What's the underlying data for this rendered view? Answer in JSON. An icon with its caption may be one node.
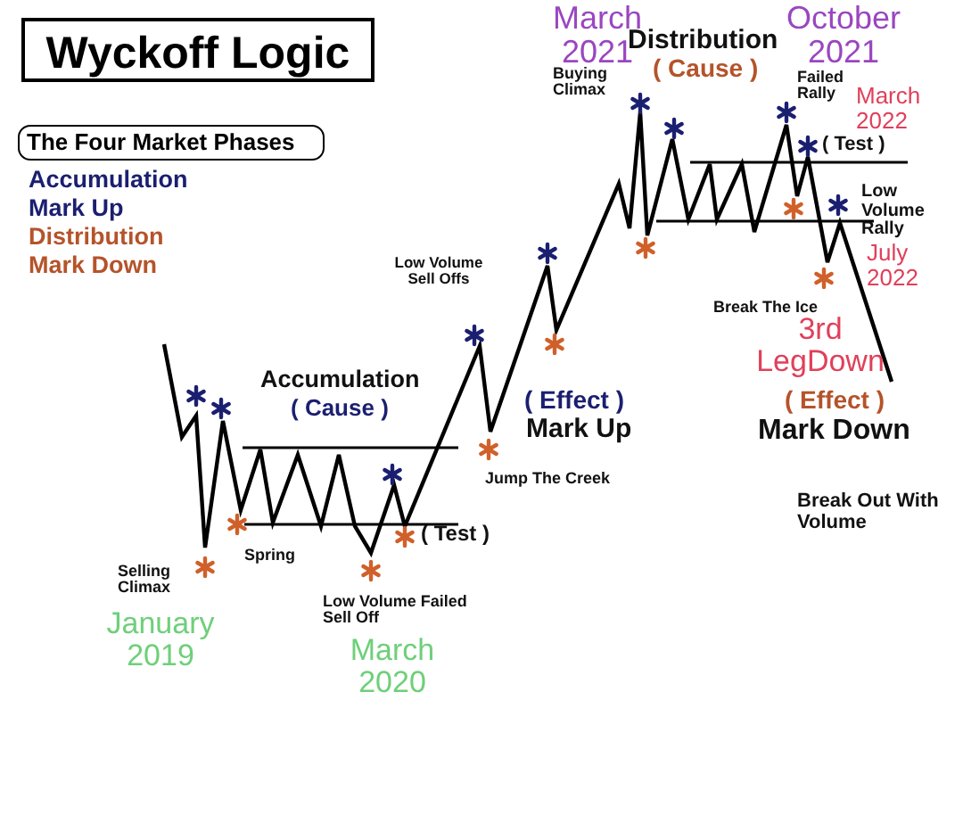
{
  "diagram": {
    "title": "Wyckoff Logic",
    "nodes": [
      {
        "text": [
          "The Four Market Phases"
        ]
      }
    ],
    "labels": [
      "Accumulation",
      "Mark Up",
      "Distribution",
      "Mark Down",
      "March 2021",
      "Distribution",
      "( Cause )",
      "October 2021",
      "Buying Climax",
      "Failed Rally",
      "March 2022",
      "( Test )",
      "Low Volume Rally",
      "July 2022",
      "Low Volume Sell Offs",
      "Break The Ice",
      "3rd LegDown",
      "( Effect )",
      "Mark Down",
      "( Effect )",
      "Mark Up",
      "Jump The Creek",
      "Accumulation",
      "( Cause )",
      "Break Out With Volume",
      "Selling Climax",
      "Spring",
      "( Test )",
      "Low Volume Failed Sell Off",
      "January 2019",
      "March 2020"
    ]
  }
}
